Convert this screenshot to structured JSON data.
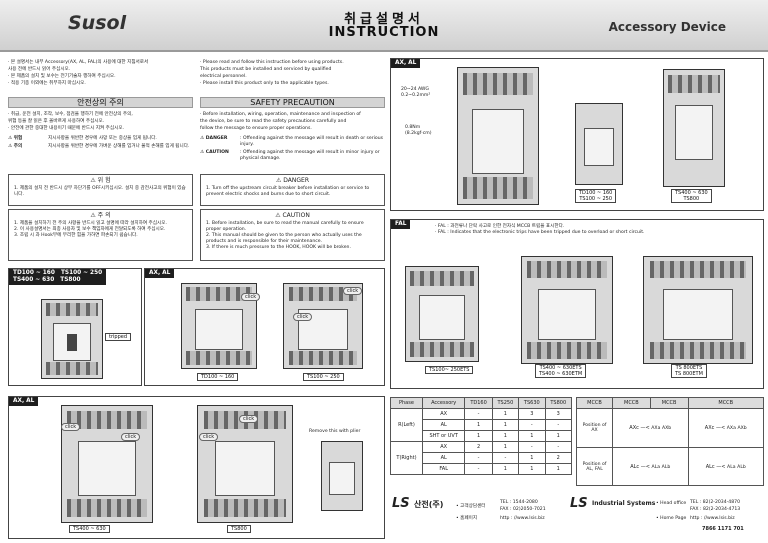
{
  "header": {
    "brand": "Susol",
    "title_kr": "취급설명서",
    "title_en": "INSTRUCTION",
    "subtitle": "Accessory Device"
  },
  "intro_kr": [
    "· 본 설명서는 내부 Accessory(AX, AL, FAL)의 사용에 대한 지침서로서",
    "  사용 전에 반드시 읽어 주십시오.",
    "· 본 제품의 설치 및 보수는 전기기술자 행하여 주십시오.",
    "· 적용 기종 이외에는 취부하지 마십시오."
  ],
  "intro_en": [
    "· Please read and follow this instruction before using products.",
    "  This products must be installed and serviced by qualified",
    "  electrical personnel.",
    "· Please install this product only to the applicable types."
  ],
  "safety_kr": {
    "title": "안전상의 주의",
    "lines": [
      "· 취급, 운전 설치, 조작, 보수, 점검을 행하기 전에 안전상의 주의,",
      "  위험 등을 잘 읽은 후 올바르게 사용하여 주십시오.",
      "· 안전에 관한 중대한 내용이기 때문에 반드시 지켜 주십시오."
    ],
    "danger_label": "⚠ 위험",
    "danger_text": "지시사항을 위반한 경우에 사망 또는 중상을 입게 됩니다.",
    "caution_label": "⚠ 주의",
    "caution_text": "지시사항을 위반한 경우에 가벼운 상해를 입거나 물적 손해를 입게 됩니다."
  },
  "safety_en": {
    "title": "SAFETY PRECAUTION",
    "lines": [
      "· Before installation, wiring, operation, maintenance and inspection of",
      "  the device, be sure to read the safety precautions carefully and",
      "  follow the message to ensure proper operations."
    ],
    "danger_label": "⚠ DANGER",
    "danger_text": ": Offending against the message will result in death or serious injury.",
    "caution_label": "⚠ CAUTION",
    "caution_text": ": Offending against the message will result in minor injury or physical damage."
  },
  "danger_kr": {
    "title": "⚠ 위 험",
    "text": "1. 제품의 설치 전 반드시 상부 차단기를 OFF시키십시오. 설치 중 감전사고의 위험이 있습니다."
  },
  "danger_en": {
    "title": "⚠ DANGER",
    "text": "1. Turn off the upstream circuit breaker before installation or service to prevent electric shocks and burns due to short circuit."
  },
  "caution_kr": {
    "title": "⚠ 주 의",
    "lines": [
      "1. 제품을 설치하기 전 주의 사항을 반드시 읽고 설명에 따라 설치하여 주십시오.",
      "2. 이 사용설명서는 최종 사용자 및 보수 책임자에게 전달되도록 하여 주십시오.",
      "3. 조립 시 과 Hook부에 무리한 힘을 가하면 파손되기 쉽습니다."
    ]
  },
  "caution_en": {
    "title": "⚠ CAUTION",
    "lines": [
      "1. Before installation, be sure to read the manual carefully to ensure proper operation.",
      "2. This manual should be given to the person who actually uses the products and is responsible for their maintenance.",
      "3. If there is much pressure to the HOOK, HOOK will be broken."
    ]
  },
  "panels": {
    "tripped": {
      "tags": [
        "TD100 ~ 160",
        "TS100 ~ 250",
        "TS400 ~ 630",
        "TS800"
      ],
      "label": "tripped"
    },
    "ax_al_1": {
      "tag": "AX, AL",
      "click": "click",
      "cap1": "TD100 ~ 160",
      "cap2": "TS100 ~ 250"
    },
    "ax_al_2": {
      "tag": "AX, AL",
      "click": "click",
      "cap1": "TS400 ~ 630",
      "cap2": "TS800",
      "note": "Remove this with plier"
    },
    "ax_al_top": {
      "tag": "AX, AL",
      "wire": "20~24 AWG",
      "wire2": "0.2~0.2mm²",
      "torque": "0.8Nm",
      "torque2": "(8.2kgf·cm)",
      "cap1a": "TD100 ~ 160",
      "cap1b": "TS100 ~ 250",
      "cap2a": "TS400 ~ 630",
      "cap2b": "TS800"
    },
    "fal": {
      "tag": "FAL",
      "note_kr": "· FAL : 과전류나 단락 사고로 인한 전자식 MCCB 트립을 표시한다.",
      "note_en": "· FAL : Indicates that the electronic trips have been tripped due to overload or short circuit.",
      "cap1": "TS100~ 250ETS",
      "cap2a": "TS400 ~ 630ETS",
      "cap2b": "TS400 ~ 630ETM",
      "cap3a": "TS 800ETS",
      "cap3b": "TS 800ETM"
    }
  },
  "acc_table": {
    "headers": [
      "Phase",
      "Accessory",
      "TD160",
      "TS250",
      "TS630",
      "TS800"
    ],
    "rows": [
      [
        "R(Left)",
        "AX",
        "-",
        "1",
        "3",
        "3"
      ],
      [
        "",
        "AL",
        "1",
        "1",
        "-",
        "-"
      ],
      [
        "",
        "SHT or UVT",
        "1",
        "1",
        "1",
        "1"
      ],
      [
        "T(Right)",
        "AX",
        "2",
        "1",
        "-",
        "-"
      ],
      [
        "",
        "AL",
        "-",
        "-",
        "1",
        "2"
      ],
      [
        "",
        "FAL",
        "-",
        "1",
        "1",
        "1"
      ]
    ]
  },
  "mccb_table": {
    "headers": [
      "MCCB",
      "MCCB",
      "MCCB",
      "MCCB"
    ],
    "row1": {
      "label": "Position of AX",
      "left_in": "AXc",
      "left_a": "AXa",
      "left_b": "AXb",
      "right_in": "AXc",
      "right_a": "AXa",
      "right_b": "AXb"
    },
    "row2": {
      "label": "Position of AL, FAL",
      "left_in": "ALc",
      "left_a": "ALa",
      "left_b": "ALb",
      "right_in": "ALc",
      "right_a": "ALa",
      "right_b": "ALb"
    }
  },
  "footer": {
    "ls_logo": "LS",
    "company_kr": "산전(주)",
    "ls_logo2": "LS",
    "company_en": "Industrial Systems",
    "lines_kr": [
      "• 고객상담센터",
      "TEL : 1544-2080",
      "FAX : 02)2050-7021",
      "http : //www.lsis.biz",
      "• 홈페이지"
    ],
    "lines_en": [
      "• Head office",
      "TEL : 82(2-2034-4870",
      "FAX : 82(2-2034-4713",
      "• Home Page",
      "http : //www.lsis.biz"
    ],
    "doc_no": "7866 1171 701"
  }
}
